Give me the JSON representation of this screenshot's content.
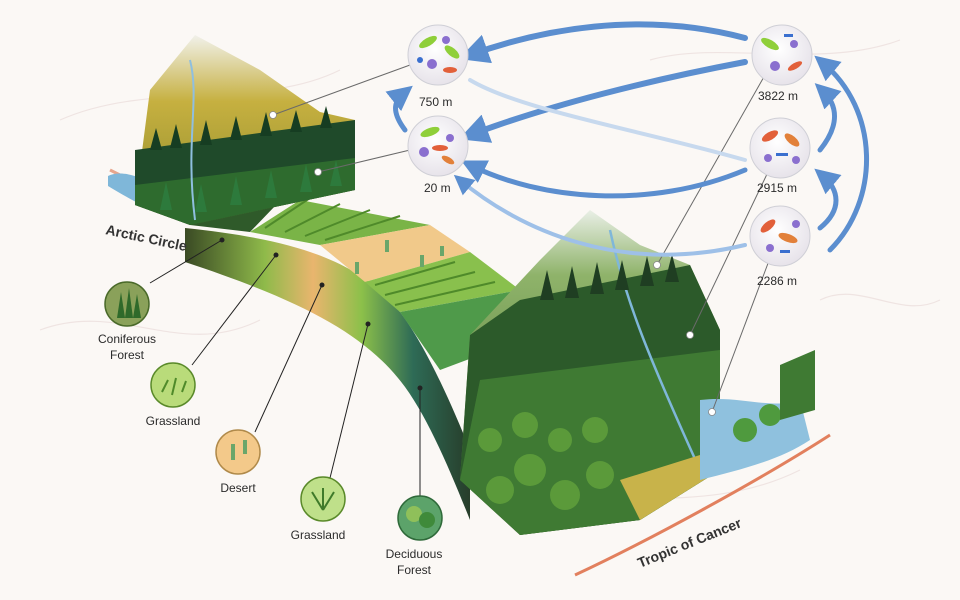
{
  "curves": {
    "arctic_circle": "Arctic Circle",
    "tropic_of_cancer": "Tropic of Cancer"
  },
  "biomes": [
    {
      "line1": "Coniferous",
      "line2": "Forest",
      "color": "#6f8f4a"
    },
    {
      "line1": "Grassland",
      "line2": "",
      "color": "#b9db7a"
    },
    {
      "line1": "Desert",
      "line2": "",
      "color": "#f3c98a"
    },
    {
      "line1": "Grassland",
      "line2": "",
      "color": "#bfe08a"
    },
    {
      "line1": "Deciduous",
      "line2": "Forest",
      "color": "#5ca36a"
    }
  ],
  "altitudes": {
    "north": [
      "750 m",
      "20 m"
    ],
    "south": [
      "3822 m",
      "2915 m",
      "2286 m"
    ]
  },
  "colors": {
    "arrow": "#5b8ecf",
    "arrow_light": "#9ec0e8",
    "coniferous": "#1f4a2a",
    "grass": "#7fb947",
    "desert": "#f1c98a",
    "deciduous": "#3e8a3e",
    "water": "#7fb7d9",
    "latitude": "#e2805e"
  }
}
